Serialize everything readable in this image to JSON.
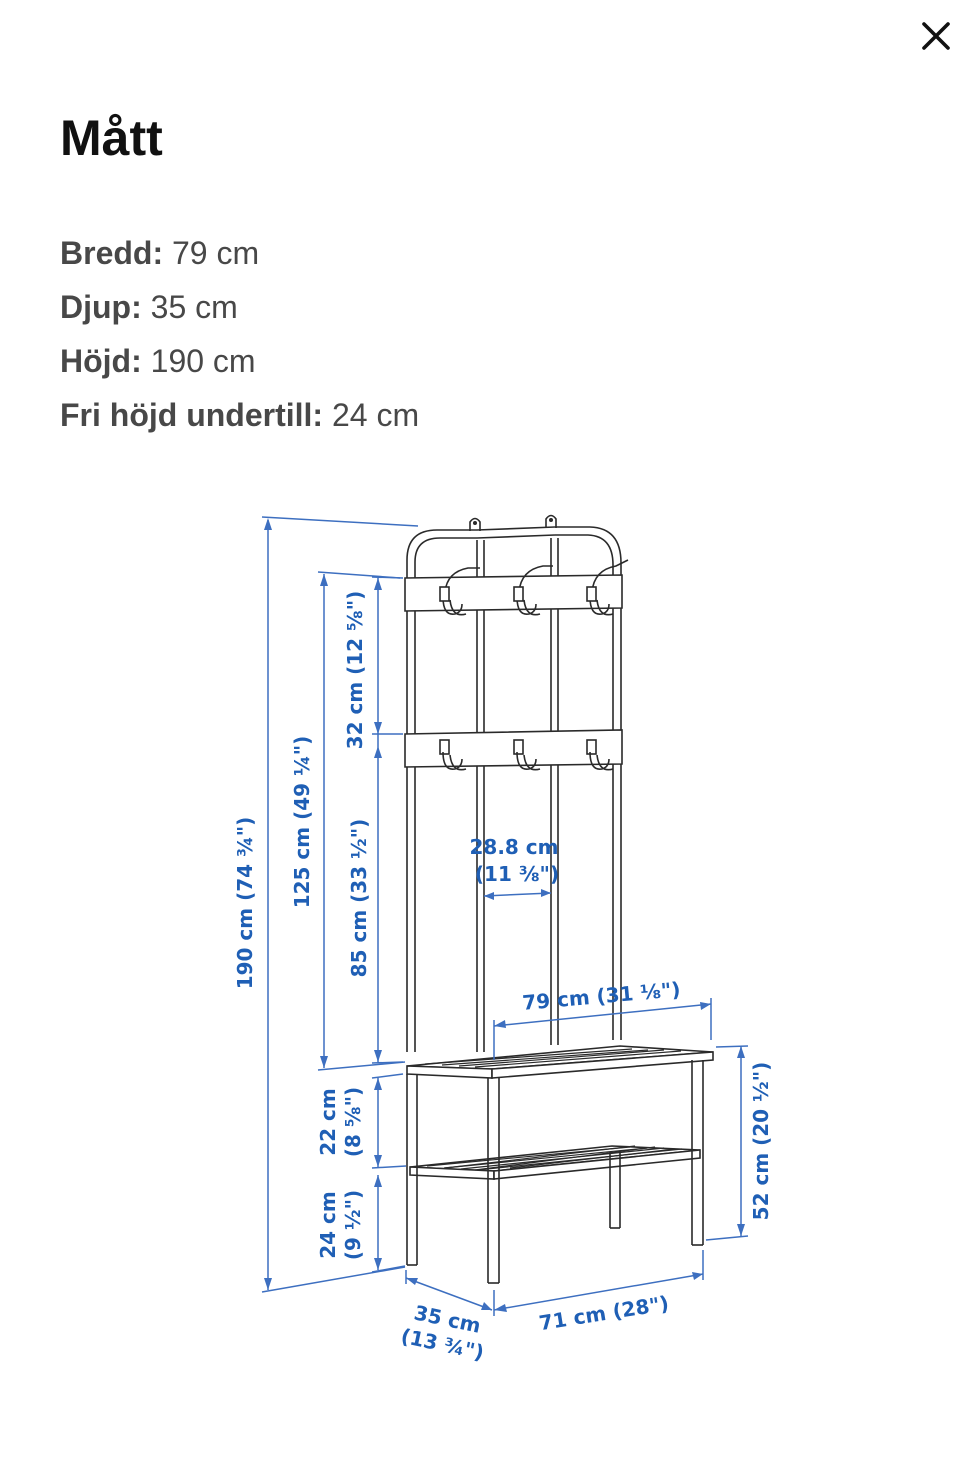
{
  "close": {
    "icon": "close-icon"
  },
  "title": "Mått",
  "specs": [
    {
      "key": "Bredd:",
      "value": "79 cm"
    },
    {
      "key": "Djup:",
      "value": "35 cm"
    },
    {
      "key": "Höjd:",
      "value": "190 cm"
    },
    {
      "key": "Fri höjd undertill:",
      "value": "24 cm"
    }
  ],
  "diagram": {
    "total_height": "190 cm (74 ¾\")",
    "hook_height": "125 cm (49 ¼\")",
    "hook_spacing": "32 cm (12 ⅝\")",
    "upper_height": "85 cm (33 ½\")",
    "shelf_gap_line1": "22 cm",
    "shelf_gap_line2": "(8 ⅝\")",
    "floor_gap_line1": "24 cm",
    "floor_gap_line2": "(9 ½\")",
    "inner_width_line1": "28.8 cm",
    "inner_width_line2": "(11 ⅜\")",
    "bench_width": "79 cm (31 ⅛\")",
    "bench_height": "52 cm (20 ½\")",
    "depth_line1": "35 cm",
    "depth_line2": "(13 ¾\")",
    "base_width": "71 cm (28\")"
  }
}
